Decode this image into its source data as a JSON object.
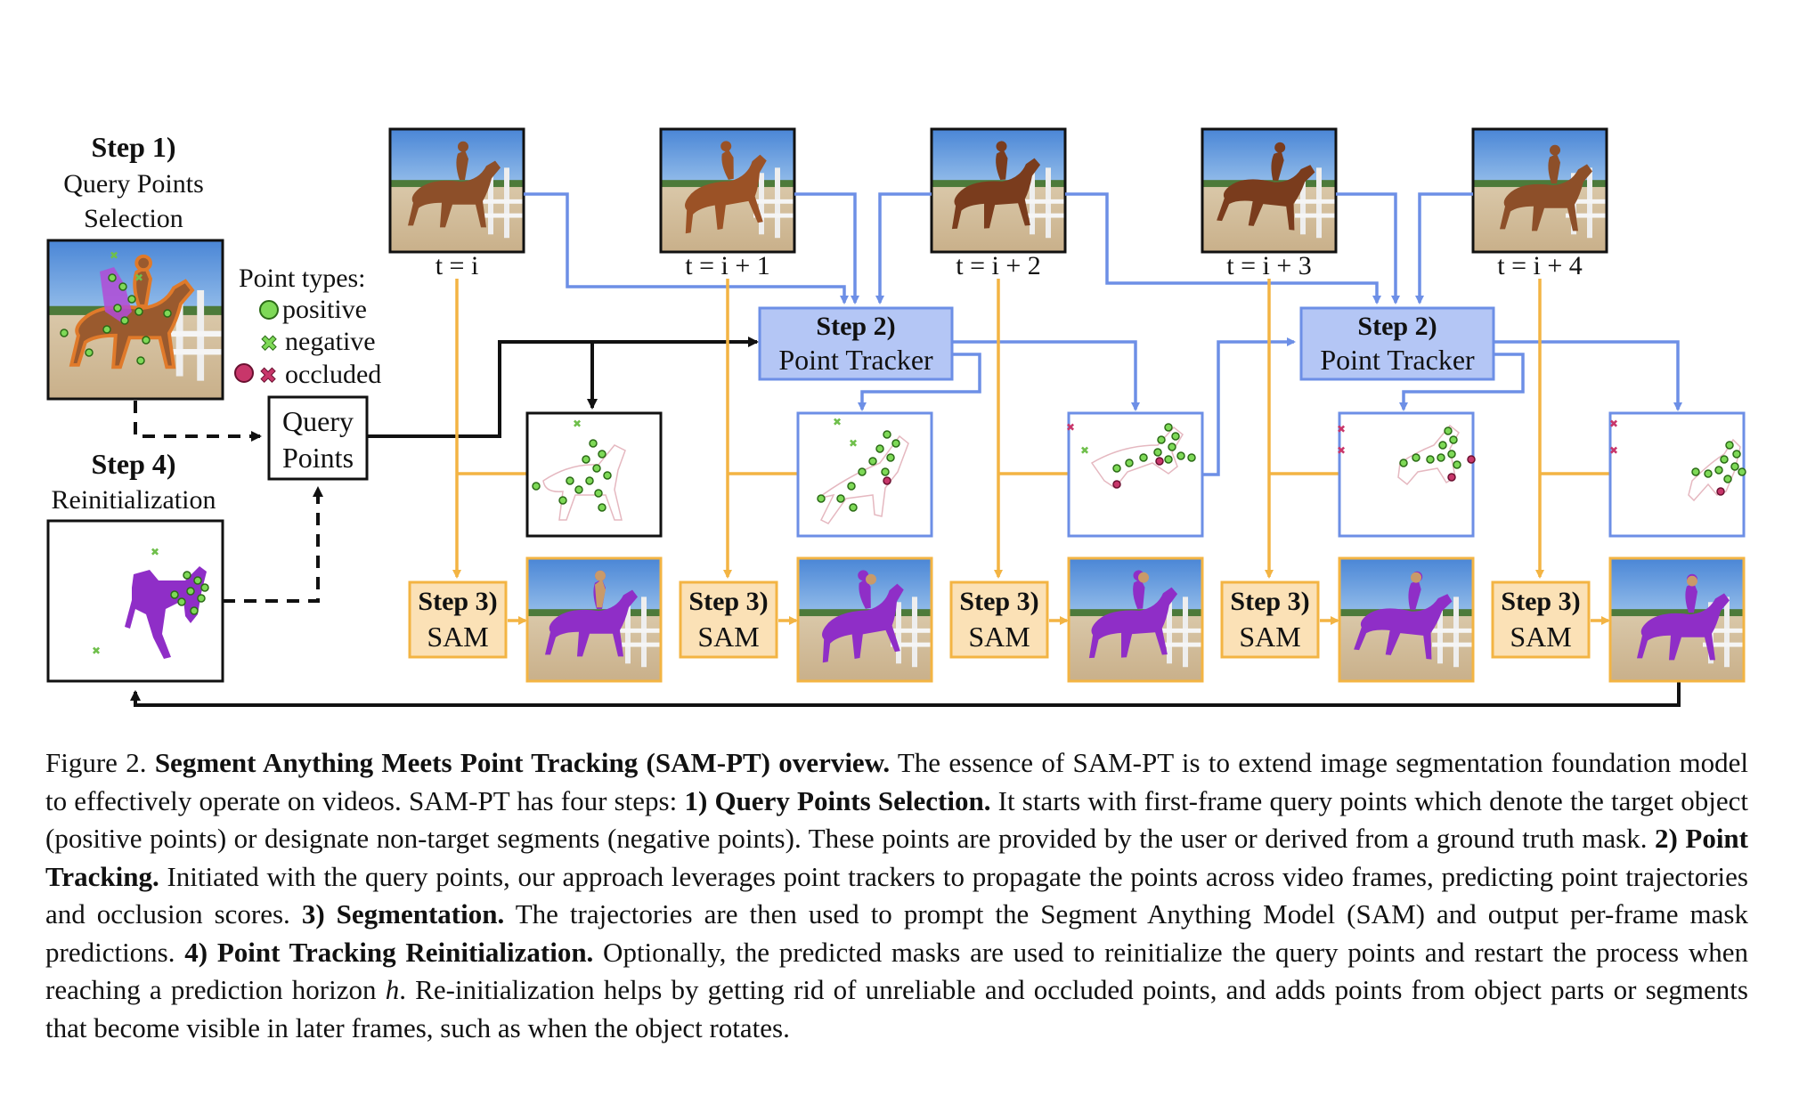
{
  "figure": {
    "step1": {
      "title": "Step 1)",
      "line1": "Query Points",
      "line2": "Selection"
    },
    "step4": {
      "title": "Step 4)",
      "subtitle": "Reinitialization"
    },
    "legend": {
      "title": "Point types:",
      "positive": "positive",
      "negative": "negative",
      "occluded": "occluded"
    },
    "query_points": {
      "line1": "Query",
      "line2": "Points"
    },
    "frames": [
      "t = i",
      "t = i + 1",
      "t = i + 2",
      "t = i + 3",
      "t = i + 4"
    ],
    "tracker": {
      "title": "Step 2)",
      "label": "Point Tracker"
    },
    "sam": {
      "title": "Step 3)",
      "label": "SAM"
    },
    "colors": {
      "blue": "#6d8fe6",
      "orange": "#f3b443",
      "tracker_fill": "#b4c6f5",
      "sam_fill": "#fbe1b6",
      "positive": "#7ed957",
      "negative": "#6fbf4b",
      "occluded": "#c8366a",
      "mask": "#8f2ec7"
    }
  },
  "caption": {
    "figure_label": "Figure 2.",
    "title": "Segment Anything Meets Point Tracking (SAM-PT) overview.",
    "intro": " The essence of SAM-PT is to extend image segmentation foundation model to effectively operate on videos. SAM-PT has four steps: ",
    "s1_title": "1) Query Points Selection.",
    "s1_text": " It starts with first-frame query points which denote the target object (positive points) or designate non-target segments (negative points). These points are provided by the user or derived from a ground truth mask. ",
    "s2_title": "2) Point Tracking.",
    "s2_text": " Initiated with the query points, our approach leverages point trackers to propagate the points across video frames, predicting point trajectories and occlusion scores. ",
    "s3_title": "3) Segmentation.",
    "s3_text": " The trajectories are then used to prompt the Segment Anything Model (SAM) and output per-frame mask predictions. ",
    "s4_title": "4) Point Tracking Reinitialization.",
    "s4_text_a": " Optionally, the predicted masks are used to reinitialize the query points and restart the process when reaching a prediction horizon ",
    "s4_var": "h",
    "s4_text_b": ". Re-initialization helps by getting rid of unreliable and occluded points, and adds points from object parts or segments that become visible in later frames, such as when the object rotates."
  }
}
